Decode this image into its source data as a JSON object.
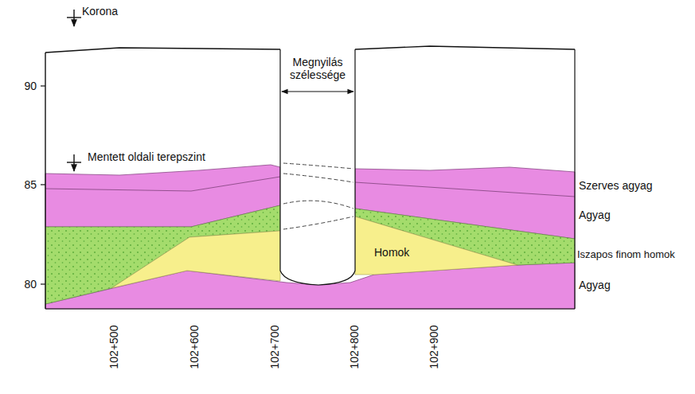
{
  "diagram": {
    "labels": [
      "Korona",
      "Megnyilás szélessége",
      "Mentett oldali terepszint",
      "Szerves agyag",
      "Agyag",
      "Homok",
      "Iszapos finom homok",
      "Agyag",
      "90",
      "85",
      "80",
      "102+500",
      "102+600",
      "102+700",
      "102+800",
      "102+900"
    ]
  }
}
